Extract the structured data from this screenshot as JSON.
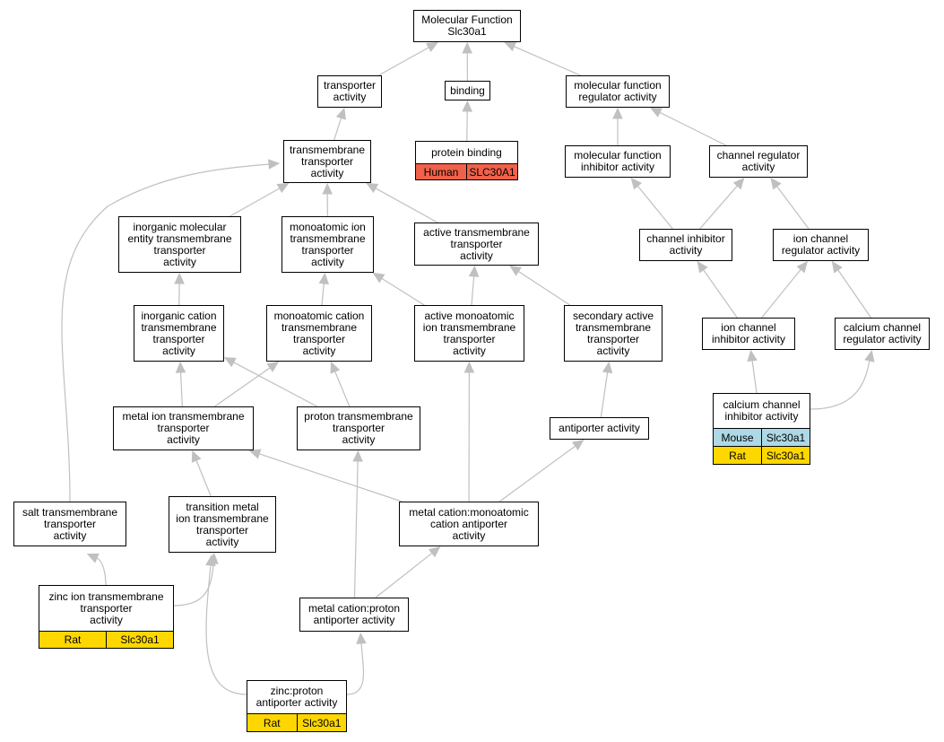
{
  "colors": {
    "edge": "#c0c0c0",
    "human": "#f0614a",
    "mouse": "#add8e6",
    "rat": "#ffd700"
  },
  "nodes": {
    "molecular_function": {
      "lines": [
        "Molecular Function",
        "Slc30a1"
      ]
    },
    "transporter_activity": {
      "lines": [
        "transporter",
        "activity"
      ]
    },
    "binding": {
      "lines": [
        "binding"
      ]
    },
    "mf_regulator": {
      "lines": [
        "molecular function",
        "regulator activity"
      ]
    },
    "protein_binding": {
      "lines": [
        "protein binding"
      ],
      "annotations": [
        [
          "Human",
          "SLC30A1"
        ]
      ]
    },
    "tm_transporter": {
      "lines": [
        "transmembrane",
        "transporter",
        "activity"
      ]
    },
    "mf_inhibitor": {
      "lines": [
        "molecular function",
        "inhibitor activity"
      ]
    },
    "channel_regulator": {
      "lines": [
        "channel regulator",
        "activity"
      ]
    },
    "inorganic_molecular": {
      "lines": [
        "inorganic molecular",
        "entity transmembrane",
        "transporter",
        "activity"
      ]
    },
    "monoatomic_ion": {
      "lines": [
        "monoatomic ion",
        "transmembrane",
        "transporter",
        "activity"
      ]
    },
    "active_tm": {
      "lines": [
        "active transmembrane",
        "transporter",
        "activity"
      ]
    },
    "channel_inhibitor": {
      "lines": [
        "channel inhibitor",
        "activity"
      ]
    },
    "ion_channel_regulator": {
      "lines": [
        "ion channel",
        "regulator activity"
      ]
    },
    "inorganic_cation": {
      "lines": [
        "inorganic cation",
        "transmembrane",
        "transporter",
        "activity"
      ]
    },
    "monoatomic_cation": {
      "lines": [
        "monoatomic cation",
        "transmembrane",
        "transporter",
        "activity"
      ]
    },
    "active_monoatomic": {
      "lines": [
        "active monoatomic",
        "ion transmembrane",
        "transporter",
        "activity"
      ]
    },
    "secondary_active": {
      "lines": [
        "secondary active",
        "transmembrane",
        "transporter",
        "activity"
      ]
    },
    "ion_channel_inhibitor": {
      "lines": [
        "ion channel",
        "inhibitor activity"
      ]
    },
    "calcium_channel_regulator": {
      "lines": [
        "calcium channel",
        "regulator activity"
      ]
    },
    "metal_ion_tm": {
      "lines": [
        "metal ion transmembrane",
        "transporter",
        "activity"
      ]
    },
    "proton_tm": {
      "lines": [
        "proton transmembrane",
        "transporter",
        "activity"
      ]
    },
    "antiporter": {
      "lines": [
        "antiporter activity"
      ]
    },
    "calcium_channel_inhibitor": {
      "lines": [
        "calcium channel",
        "inhibitor activity"
      ],
      "annotations": [
        [
          "Mouse",
          "Slc30a1"
        ],
        [
          "Rat",
          "Slc30a1"
        ]
      ]
    },
    "salt_tm": {
      "lines": [
        "salt transmembrane",
        "transporter",
        "activity"
      ]
    },
    "transition_metal": {
      "lines": [
        "transition metal",
        "ion transmembrane",
        "transporter",
        "activity"
      ]
    },
    "metal_cation_antiporter": {
      "lines": [
        "metal cation:monoatomic",
        "cation antiporter",
        "activity"
      ]
    },
    "zinc_ion_tm": {
      "lines": [
        "zinc ion transmembrane",
        "transporter",
        "activity"
      ],
      "annotations": [
        [
          "Rat",
          "Slc30a1"
        ]
      ]
    },
    "metal_cation_proton": {
      "lines": [
        "metal cation:proton",
        "antiporter activity"
      ]
    },
    "zinc_proton": {
      "lines": [
        "zinc:proton",
        "antiporter activity"
      ],
      "annotations": [
        [
          "Rat",
          "Slc30a1"
        ]
      ]
    }
  },
  "edges": [
    [
      "transporter_activity",
      "molecular_function"
    ],
    [
      "binding",
      "molecular_function"
    ],
    [
      "mf_regulator",
      "molecular_function"
    ],
    [
      "protein_binding",
      "binding"
    ],
    [
      "tm_transporter",
      "transporter_activity"
    ],
    [
      "mf_inhibitor",
      "mf_regulator"
    ],
    [
      "channel_regulator",
      "mf_regulator"
    ],
    [
      "inorganic_molecular",
      "tm_transporter"
    ],
    [
      "monoatomic_ion",
      "tm_transporter"
    ],
    [
      "active_tm",
      "tm_transporter"
    ],
    [
      "salt_tm",
      "tm_transporter"
    ],
    [
      "channel_inhibitor",
      "mf_inhibitor"
    ],
    [
      "channel_inhibitor",
      "channel_regulator"
    ],
    [
      "ion_channel_regulator",
      "channel_regulator"
    ],
    [
      "inorganic_cation",
      "inorganic_molecular"
    ],
    [
      "monoatomic_cation",
      "monoatomic_ion"
    ],
    [
      "active_monoatomic",
      "monoatomic_ion"
    ],
    [
      "active_monoatomic",
      "active_tm"
    ],
    [
      "secondary_active",
      "active_tm"
    ],
    [
      "ion_channel_inhibitor",
      "channel_inhibitor"
    ],
    [
      "ion_channel_inhibitor",
      "ion_channel_regulator"
    ],
    [
      "calcium_channel_regulator",
      "ion_channel_regulator"
    ],
    [
      "metal_ion_tm",
      "inorganic_cation"
    ],
    [
      "metal_ion_tm",
      "monoatomic_cation"
    ],
    [
      "proton_tm",
      "inorganic_cation"
    ],
    [
      "proton_tm",
      "monoatomic_cation"
    ],
    [
      "antiporter",
      "secondary_active"
    ],
    [
      "calcium_channel_inhibitor",
      "ion_channel_inhibitor"
    ],
    [
      "calcium_channel_inhibitor",
      "calcium_channel_regulator"
    ],
    [
      "transition_metal",
      "metal_ion_tm"
    ],
    [
      "metal_cation_antiporter",
      "metal_ion_tm"
    ],
    [
      "metal_cation_antiporter",
      "active_monoatomic"
    ],
    [
      "metal_cation_antiporter",
      "antiporter"
    ],
    [
      "zinc_ion_tm",
      "salt_tm"
    ],
    [
      "zinc_ion_tm",
      "transition_metal"
    ],
    [
      "metal_cation_proton",
      "proton_tm"
    ],
    [
      "metal_cation_proton",
      "metal_cation_antiporter"
    ],
    [
      "zinc_proton",
      "transition_metal"
    ],
    [
      "zinc_proton",
      "metal_cation_proton"
    ]
  ]
}
